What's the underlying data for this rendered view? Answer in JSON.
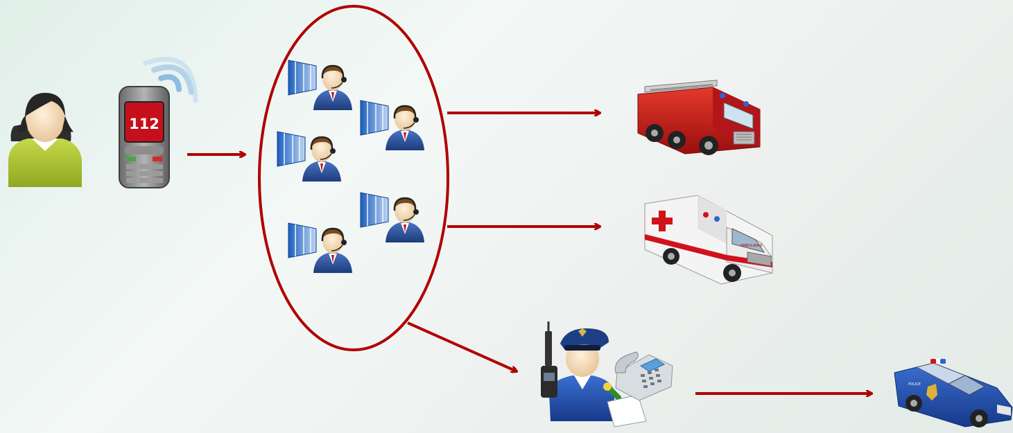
{
  "diagram": {
    "phone": {
      "number": "112"
    },
    "ambulance": {
      "label": "AMBULANCE"
    },
    "police_car": {
      "label": "POLICE"
    },
    "colors": {
      "arrow": "#b00000",
      "ellipse": "#b00000",
      "background": "#eef5f1",
      "fire_truck": "#c4161c",
      "police_car": "#1f4fae",
      "operator_suit": "#2a4f97"
    },
    "icons": [
      "woman-caller-icon",
      "mobile-phone-icon",
      "call-center-operator-icon",
      "fire-truck-icon",
      "ambulance-icon",
      "police-dispatcher-icon",
      "telephone-icon",
      "police-car-icon"
    ]
  }
}
